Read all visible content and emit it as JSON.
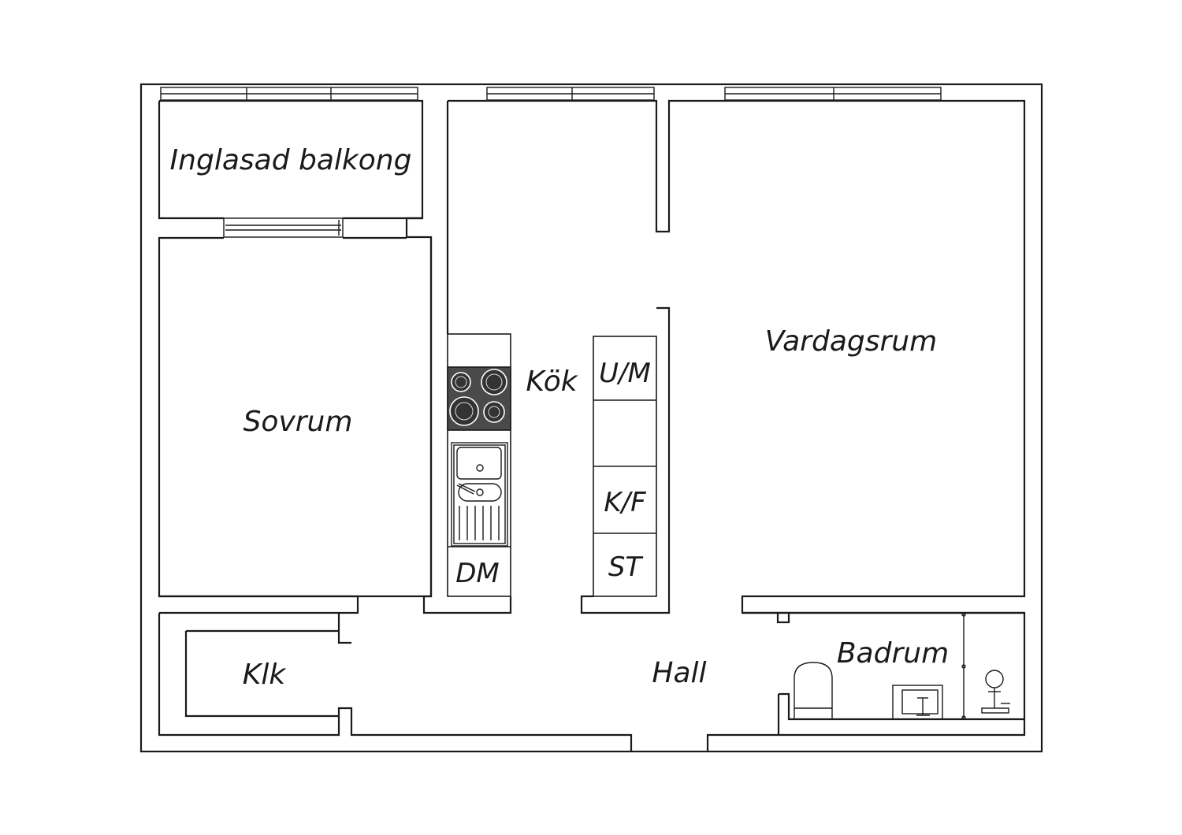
{
  "plan": {
    "rooms": {
      "balcony": "Inglasad balkong",
      "bedroom": "Sovrum",
      "kitchen": "Kök",
      "living": "Vardagsrum",
      "closet": "Klk",
      "hall": "Hall",
      "bathroom": "Badrum"
    },
    "appliances": {
      "microwave": "U/M",
      "fridge_freezer": "K/F",
      "cupboard": "ST",
      "dishwasher": "DM"
    }
  }
}
